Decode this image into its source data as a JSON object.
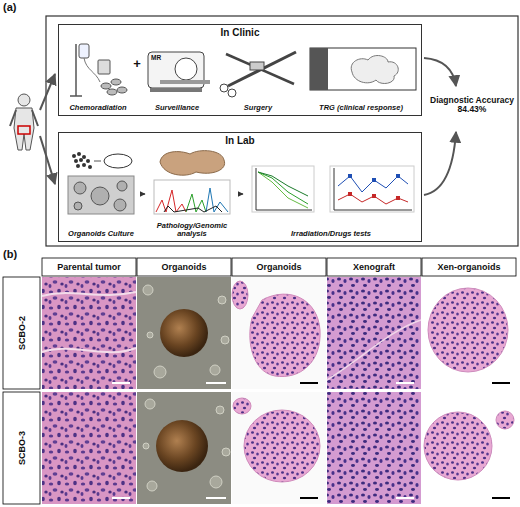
{
  "diagram": {
    "nodes": [
      {
        "text": [
          "In Clinic"
        ]
      },
      {
        "text": [
          "Chemoradiation"
        ],
        "in": 0
      },
      {
        "text": [
          "Surveillance"
        ],
        "in": 0
      },
      {
        "text": [
          "Surgery"
        ],
        "in": 0
      },
      {
        "text": [
          "TRG (clinical response)"
        ],
        "in": 0
      },
      {
        "text": [
          "In Lab"
        ]
      },
      {
        "text": [
          "Organoids Culture"
        ],
        "in": 5
      },
      {
        "text": [
          "Pathology/Genomic analysis"
        ],
        "in": 5
      },
      {
        "text": [
          "Irradiation/Drugs tests"
        ],
        "in": 5
      }
    ],
    "edges": [
      {
        "from": 6,
        "to": 7,
        "arrow": "to"
      },
      {
        "from": 7,
        "to": 8,
        "arrow": "to"
      }
    ],
    "labels": [
      "(a)",
      "+",
      "MR",
      "Diagnostic Accuracy 84.43%",
      "(b)",
      "Parental tumor",
      "Organoids",
      "Organoids",
      "Xenograft",
      "Xen-organoids",
      "SCBO-2",
      "SCBO-3"
    ]
  }
}
